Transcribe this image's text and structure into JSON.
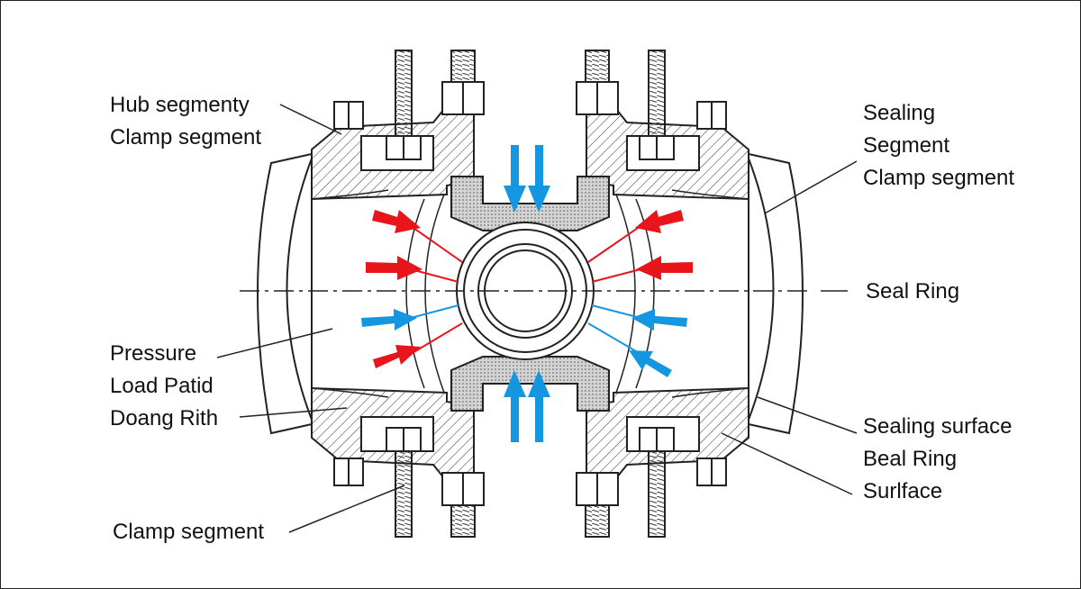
{
  "labels": {
    "top_left": [
      "Hub segmenty",
      "Clamp segment"
    ],
    "top_right": [
      "Sealing",
      "Segment",
      "Clamp segment"
    ],
    "mid_right": "Seal Ring",
    "mid_left": [
      "Pressure",
      "Load Patid",
      "Doang Rith"
    ],
    "bottom_right": [
      "Sealing surface",
      "Beal Ring",
      "Surlface"
    ],
    "bottom_left": "Clamp segment"
  },
  "colors": {
    "pressure_arrow_red": "#e8151b",
    "pressure_arrow_blue": "#1496e0",
    "line": "#222222",
    "seal_fill": "#b8b8b8"
  }
}
